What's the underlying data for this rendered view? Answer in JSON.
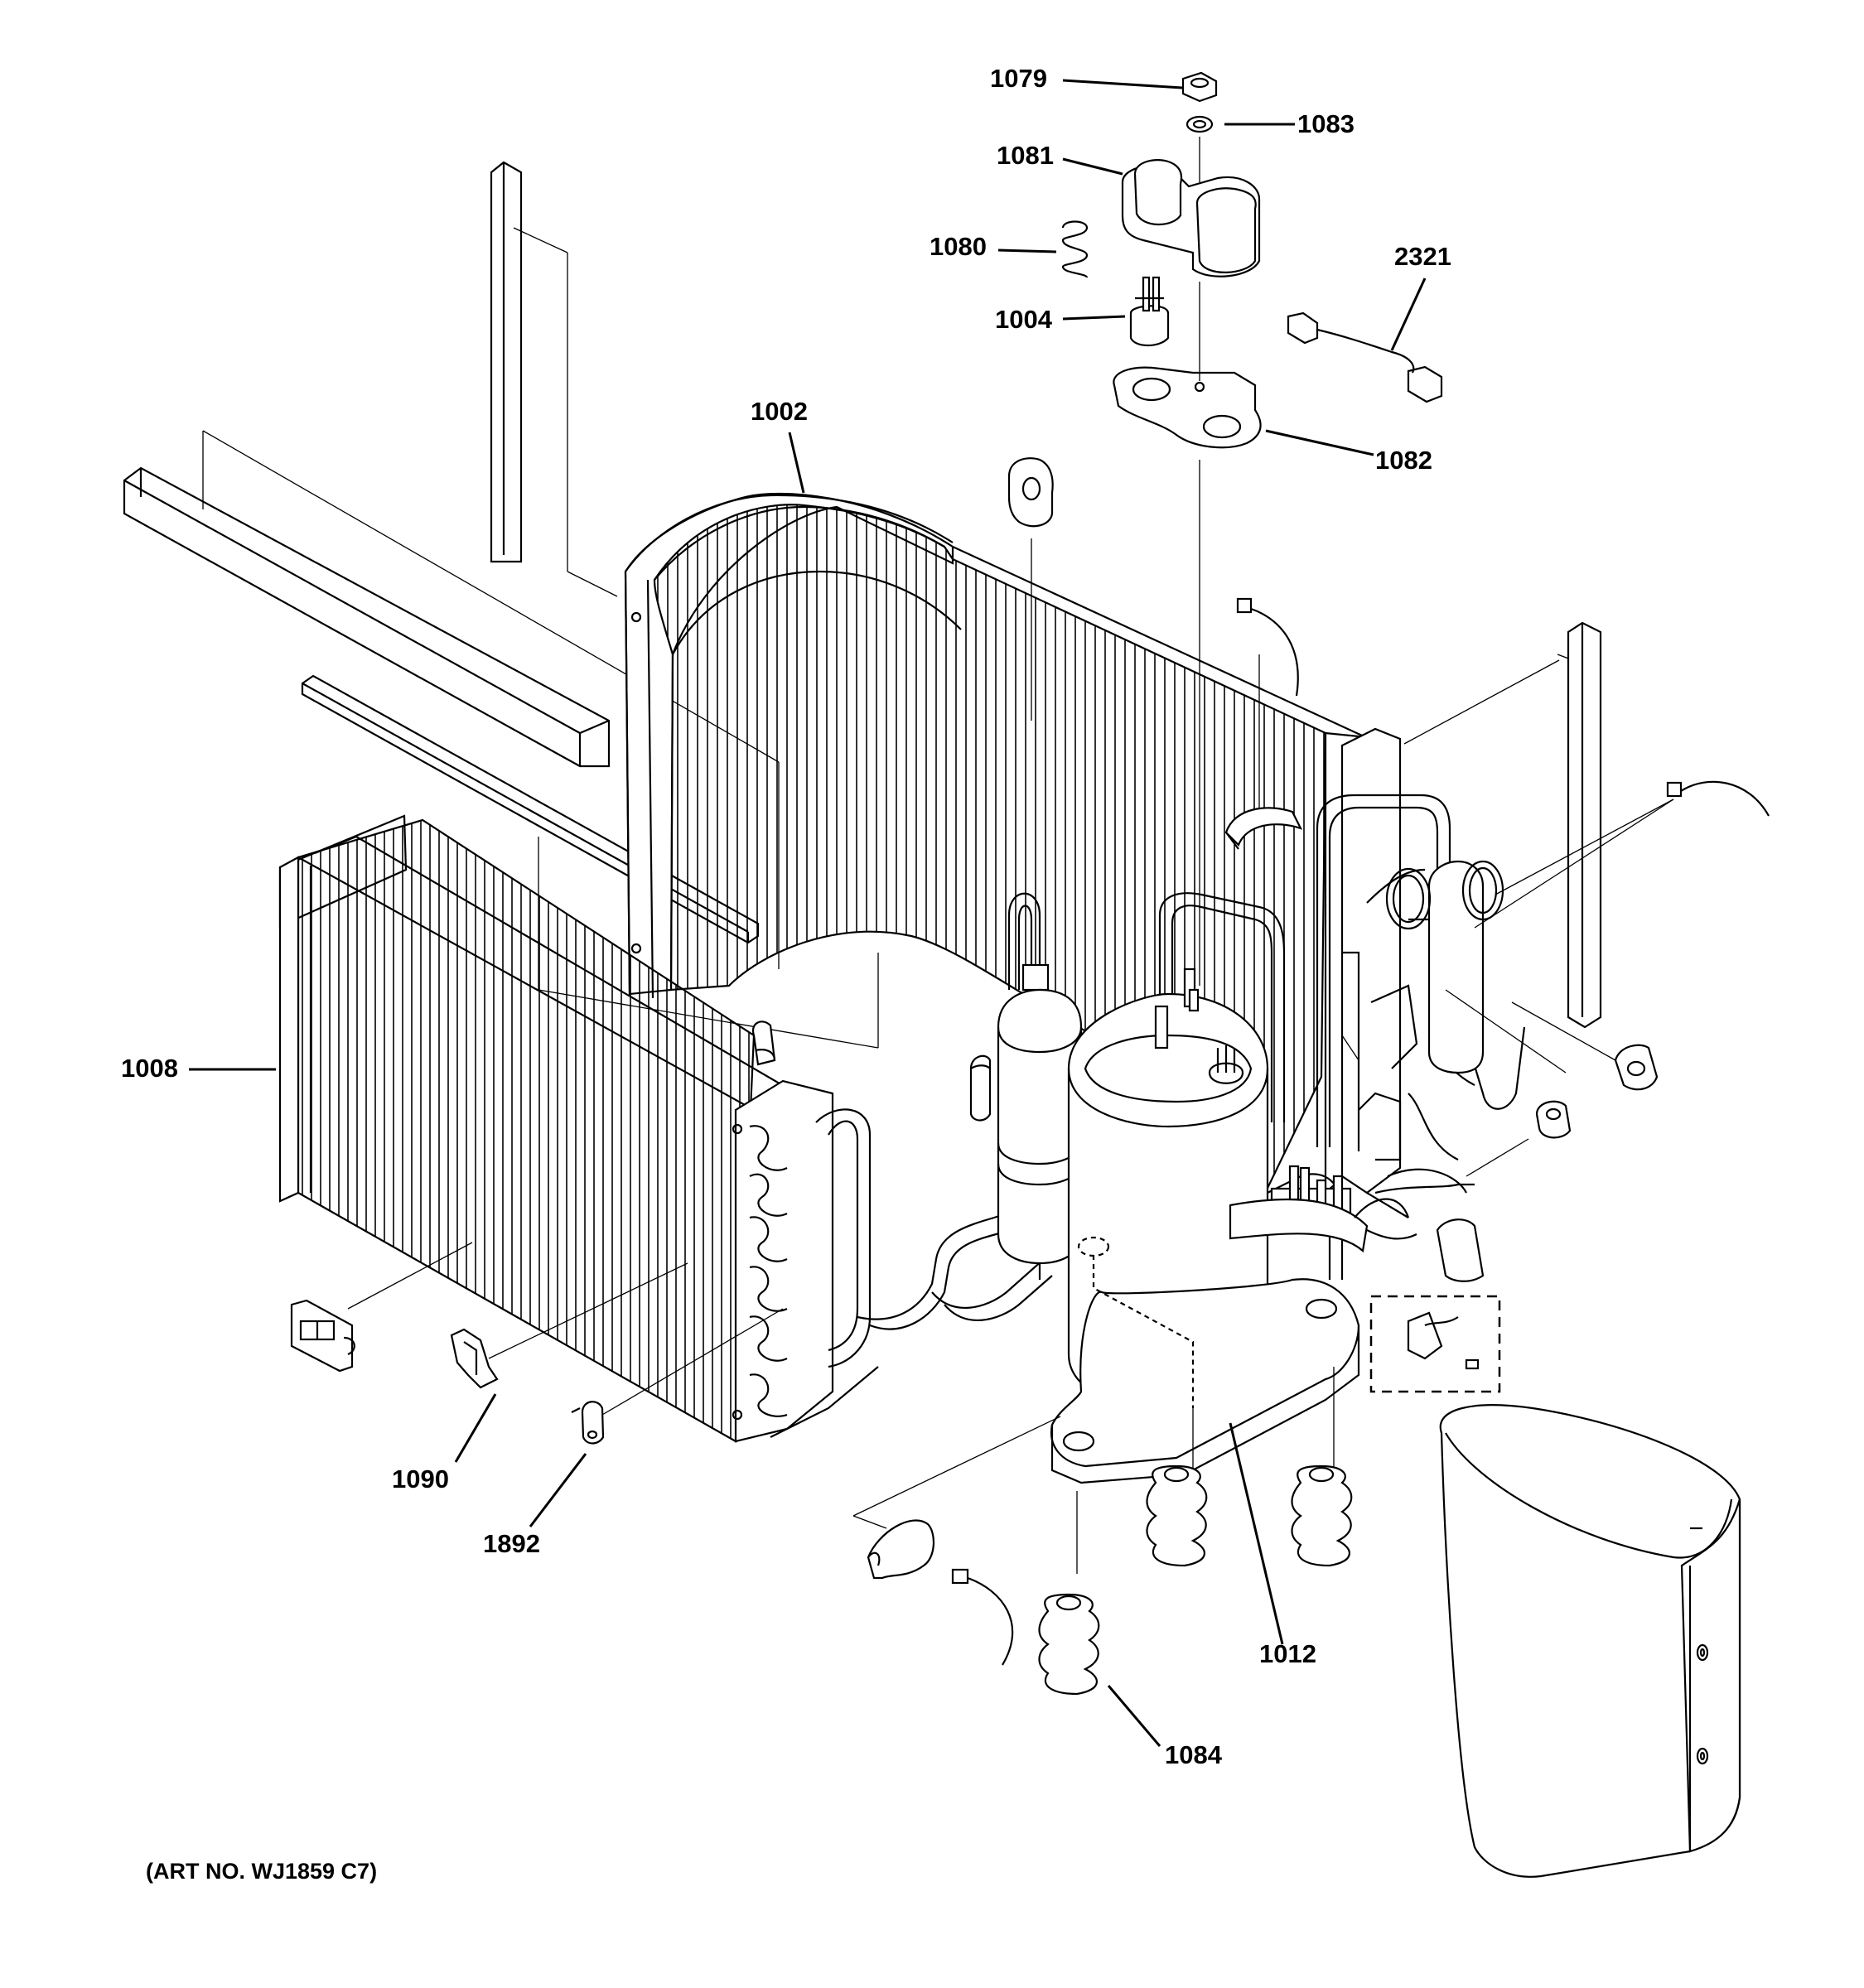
{
  "diagram": {
    "art_number": "(ART NO. WJ1859 C7)",
    "callouts": {
      "p1079": "1079",
      "p1083": "1083",
      "p1081": "1081",
      "p1080": "1080",
      "p1004": "1004",
      "p2321": "2321",
      "p1002": "1002",
      "p1082": "1082",
      "p1008": "1008",
      "p1090": "1090",
      "p1892": "1892",
      "p1012": "1012",
      "p1084": "1084"
    }
  }
}
